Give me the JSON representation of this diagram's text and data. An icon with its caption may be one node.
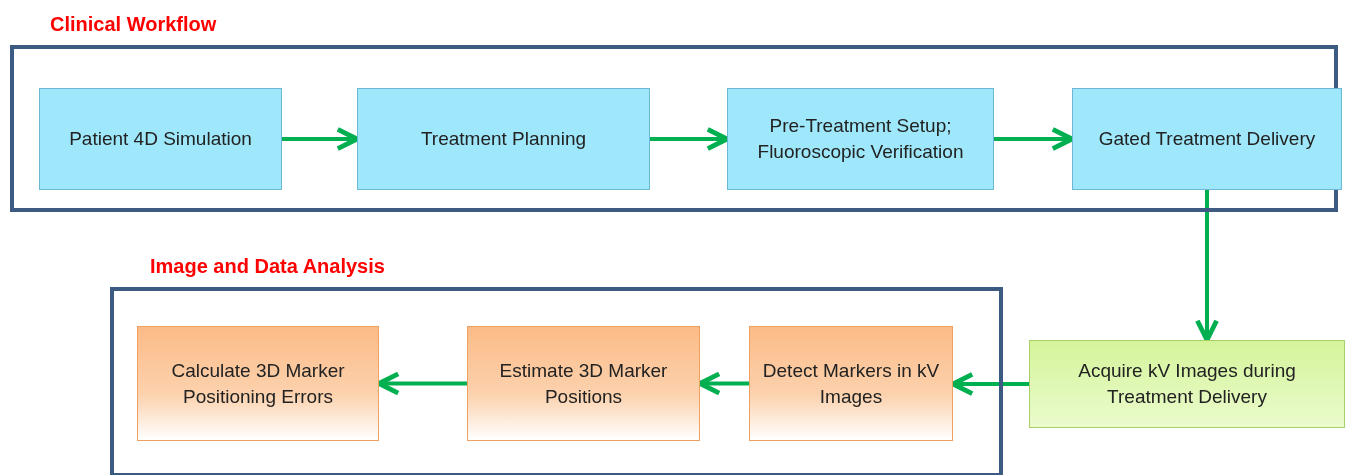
{
  "diagram": {
    "nodes": [
      {
        "text": [
          "Clinical Workflow"
        ]
      },
      {
        "text": [
          "Patient 4D Simulation"
        ],
        "in": 0
      },
      {
        "text": [
          "Treatment Planning"
        ],
        "in": 0
      },
      {
        "text": [
          "Pre-Treatment Setup; Fluoroscopic Verification"
        ],
        "in": 0
      },
      {
        "text": [
          "Gated Treatment Delivery"
        ],
        "in": 0
      },
      {
        "text": [
          "Image and Data Analysis"
        ]
      },
      {
        "text": [
          "Calculate 3D Marker Positioning Errors"
        ],
        "in": 5
      },
      {
        "text": [
          "Estimate 3D Marker Positions"
        ],
        "in": 5
      },
      {
        "text": [
          "Detect Markers in kV Images"
        ],
        "in": 5
      },
      {
        "text": [
          "Acquire kV Images during Treatment Delivery"
        ]
      }
    ],
    "edges": [
      {
        "from": 1,
        "to": 2,
        "arrow": "to"
      },
      {
        "from": 2,
        "to": 3,
        "arrow": "to"
      },
      {
        "from": 3,
        "to": 4,
        "arrow": "to"
      },
      {
        "from": 4,
        "to": 9,
        "arrow": "to"
      },
      {
        "from": 9,
        "to": 8,
        "arrow": "to"
      },
      {
        "from": 8,
        "to": 7,
        "arrow": "to"
      },
      {
        "from": 7,
        "to": 6,
        "arrow": "to"
      }
    ]
  }
}
